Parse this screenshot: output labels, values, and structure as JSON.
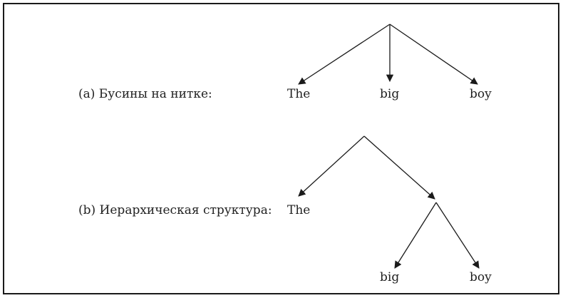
{
  "figure": {
    "panel_a": {
      "label": "(a) Бусины на нитке:",
      "words": [
        "The",
        "big",
        "boy"
      ]
    },
    "panel_b": {
      "label": "(b) Иерархическая структура:",
      "words": [
        "The",
        "big",
        "boy"
      ]
    }
  }
}
